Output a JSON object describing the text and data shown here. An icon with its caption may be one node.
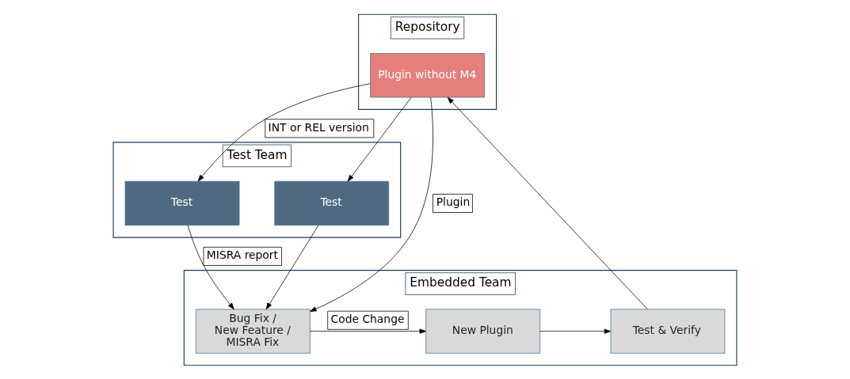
{
  "diagram": {
    "nodes": [
      {
        "text": [
          "Repository"
        ]
      },
      {
        "text": [
          "Plugin without M4"
        ],
        "in": 0
      },
      {
        "text": [
          "Test Team"
        ]
      },
      {
        "text": [
          "Test"
        ],
        "in": 2
      },
      {
        "text": [
          "Test"
        ],
        "in": 2
      },
      {
        "text": [
          "Embedded Team"
        ]
      },
      {
        "text": [
          "Test & Verify"
        ],
        "in": 5
      },
      {
        "text": [
          "New Plugin"
        ],
        "in": 5
      },
      {
        "text": [
          "Bug Fix / New Feature / MISRA Fix"
        ],
        "in": 5
      }
    ],
    "edges": [
      {
        "from": 1,
        "to": 3,
        "arrow": "to",
        "label": "INT or REL version"
      },
      {
        "from": 1,
        "to": 4,
        "arrow": "to"
      },
      {
        "from": 1,
        "to": 8,
        "arrow": "to",
        "label": "Plugin"
      },
      {
        "from": 3,
        "to": 8,
        "arrow": "to",
        "label": "MISRA report"
      },
      {
        "from": 4,
        "to": 8,
        "arrow": "to"
      },
      {
        "from": 8,
        "to": 7,
        "arrow": "to",
        "label": "Code Change"
      },
      {
        "from": 7,
        "to": 6,
        "arrow": "to"
      },
      {
        "from": 6,
        "to": 1,
        "arrow": "to"
      }
    ]
  }
}
